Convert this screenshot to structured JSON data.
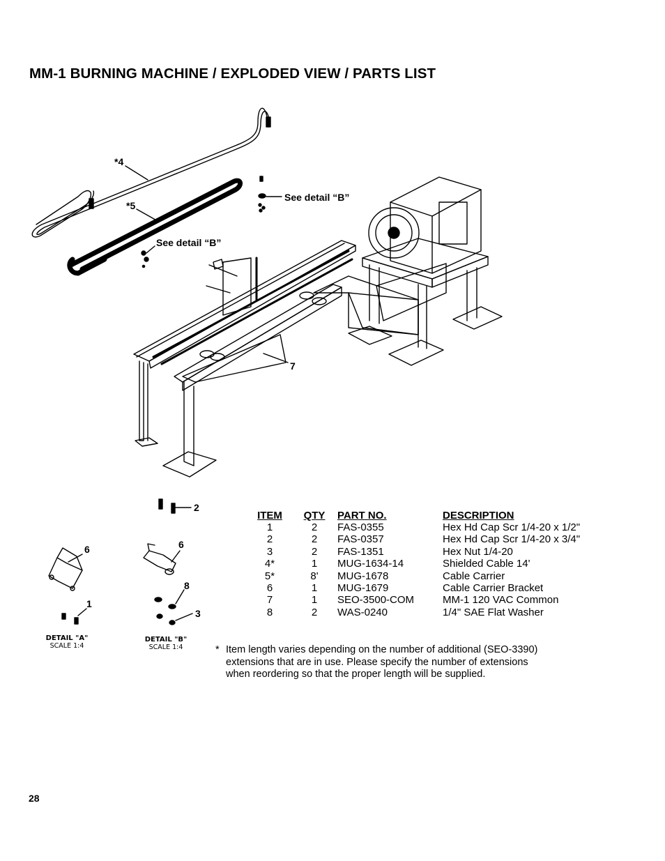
{
  "title": "MM-1 BURNING MACHINE / EXPLODED VIEW / PARTS LIST",
  "callouts": {
    "c4": "*4",
    "c5": "*5",
    "c7": "7",
    "detail_b_right": "See detail “B”",
    "detail_b_left": "See detail “B”",
    "c2": "2",
    "c6a": "6",
    "c6b": "6",
    "c1": "1",
    "c8": "8",
    "c3": "3"
  },
  "details": {
    "a": {
      "title": "DETAIL \"A\"",
      "scale": "SCALE 1:4"
    },
    "b": {
      "title": "DETAIL \"B\"",
      "scale": "SCALE 1:4"
    }
  },
  "parts_table": {
    "headers": {
      "item": "ITEM",
      "qty": "QTY",
      "part_no": "PART NO.",
      "description": "DESCRIPTION"
    },
    "rows": [
      {
        "item": "1",
        "qty": "2",
        "part_no": "FAS-0355",
        "description": "Hex Hd Cap Scr 1/4-20 x 1/2\""
      },
      {
        "item": "2",
        "qty": "2",
        "part_no": "FAS-0357",
        "description": "Hex Hd Cap Scr 1/4-20 x 3/4\""
      },
      {
        "item": "3",
        "qty": "2",
        "part_no": "FAS-1351",
        "description": "Hex Nut 1/4-20"
      },
      {
        "item": "4*",
        "qty": "1",
        "part_no": "MUG-1634-14",
        "description": "Shielded Cable 14'"
      },
      {
        "item": "5*",
        "qty": "8'",
        "part_no": "MUG-1678",
        "description": "Cable Carrier"
      },
      {
        "item": "6",
        "qty": "1",
        "part_no": "MUG-1679",
        "description": "Cable Carrier Bracket"
      },
      {
        "item": "7",
        "qty": "1",
        "part_no": "SEO-3500-COM",
        "description": "MM-1 120 VAC Common"
      },
      {
        "item": "8",
        "qty": "2",
        "part_no": "WAS-0240",
        "description": "1/4\" SAE Flat Washer"
      }
    ]
  },
  "note": {
    "mark": "*",
    "text": "Item length varies depending on the number of additional (SEO-3390) extensions that are in use. Please specify the number of extensions when reordering so that the proper length will be supplied."
  },
  "page_number": "28"
}
